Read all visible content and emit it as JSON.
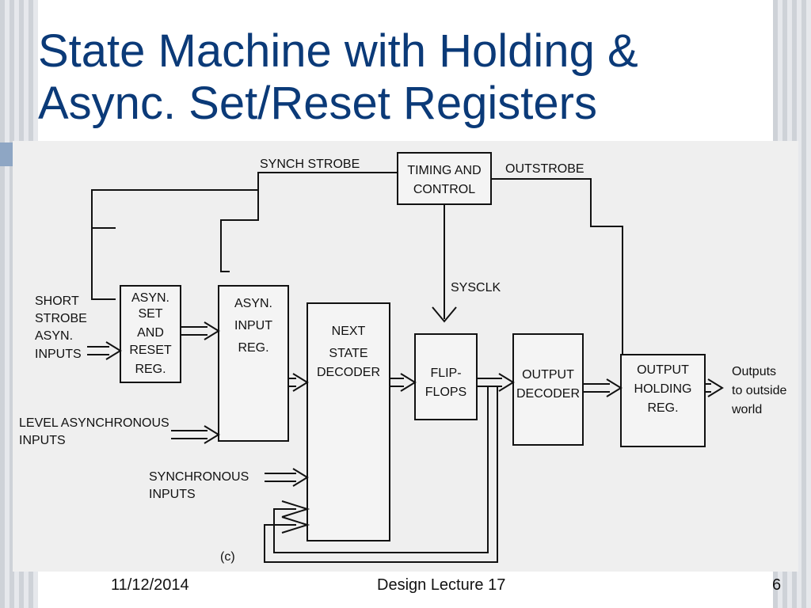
{
  "slide": {
    "title_line1": "State Machine with Holding &",
    "title_line2": "Async. Set/Reset Registers",
    "footer": {
      "date": "11/12/2014",
      "title": "Design Lecture 17",
      "page": "6"
    }
  },
  "diagram": {
    "blocks": {
      "timing": [
        "TIMING AND",
        "CONTROL"
      ],
      "asyn_set": [
        "ASYN.",
        "SET",
        "AND",
        "RESET",
        "REG."
      ],
      "asyn_input": [
        "ASYN.",
        "INPUT",
        "REG."
      ],
      "next_state": [
        "NEXT",
        "STATE",
        "DECODER"
      ],
      "flipflops": [
        "FLIP-",
        "FLOPS"
      ],
      "output_decoder": [
        "OUTPUT",
        "DECODER"
      ],
      "output_holding": [
        "OUTPUT",
        "HOLDING",
        "REG."
      ]
    },
    "labels": {
      "synch_strobe": "SYNCH STROBE",
      "outstrobe": "OUTSTROBE",
      "sysclk": "SYSCLK",
      "short_strobe": [
        "SHORT",
        "STROBE",
        "ASYN.",
        "INPUTS"
      ],
      "level_async": [
        "LEVEL ASYNCHRONOUS",
        "INPUTS"
      ],
      "synchronous": [
        "SYNCHRONOUS",
        "INPUTS"
      ],
      "outputs": [
        "Outputs",
        "to outside",
        "world"
      ],
      "fig": "(c)"
    }
  }
}
